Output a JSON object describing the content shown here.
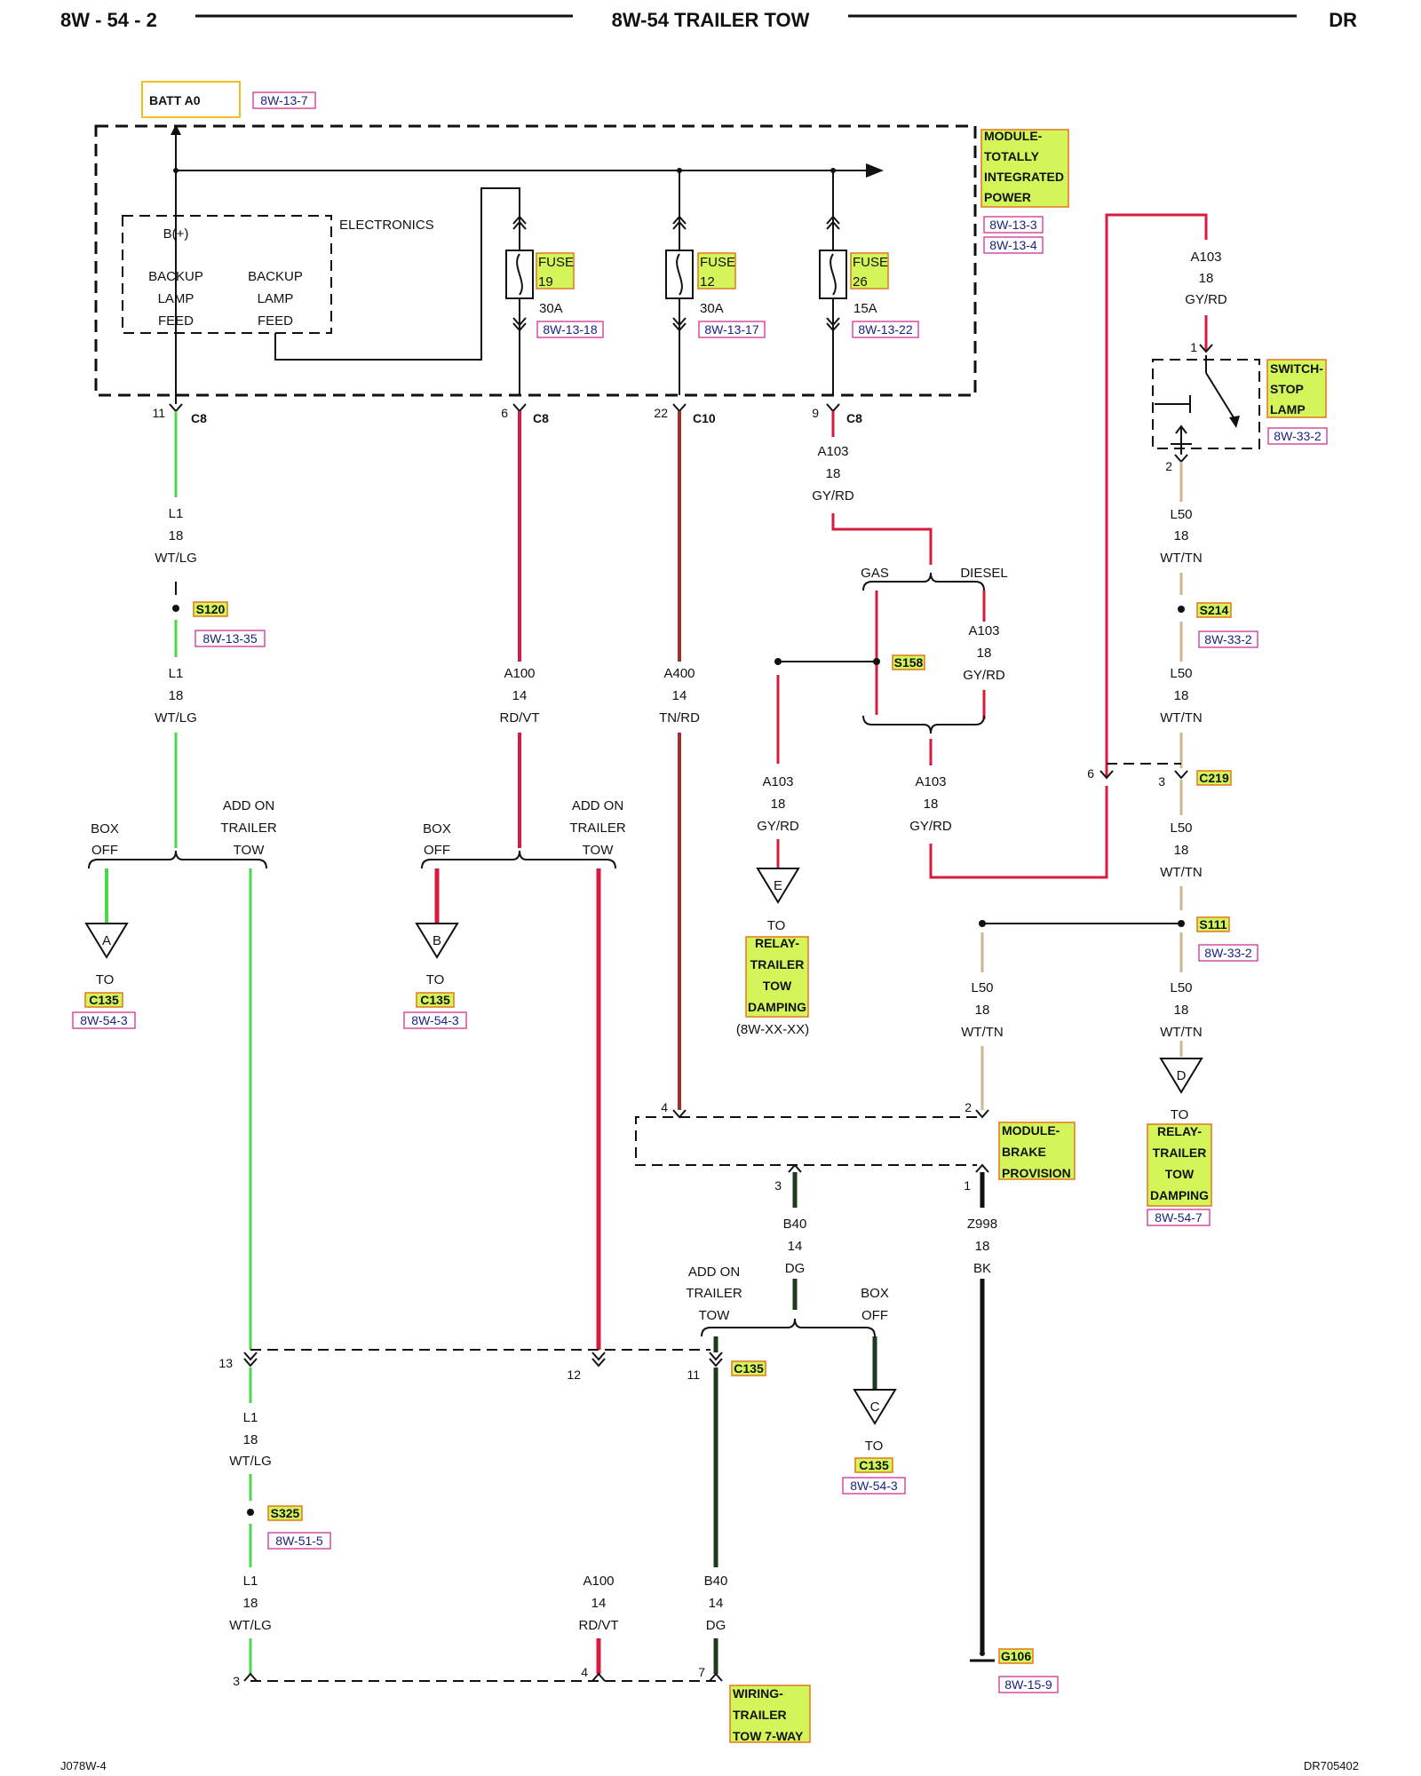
{
  "header": {
    "left": "8W - 54 - 2",
    "title": "8W-54 TRAILER TOW",
    "right": "DR"
  },
  "footer": {
    "left": "J078W-4",
    "right": "DR705402"
  },
  "colors": {
    "green": "#4cd64c",
    "red": "#d81b3c",
    "brown": "#a0302a",
    "tan": "#c8b78f",
    "dark": "#1e3a1e",
    "black": "#111111",
    "highlight": "#d4f55a",
    "highlight_border": "#e3761b",
    "ref_border": "#d0309a"
  },
  "power": {
    "label": "BATT A0",
    "ref": "8W-13-7"
  },
  "tipm": {
    "lines": [
      "MODULE-",
      "TOTALLY",
      "INTEGRATED",
      "POWER"
    ],
    "refs": [
      "8W-13-3",
      "8W-13-4"
    ]
  },
  "electronics": {
    "label": "ELECTRONICS",
    "bplus": "B(+)",
    "feed1": [
      "BACKUP",
      "LAMP",
      "FEED"
    ],
    "feed2": [
      "BACKUP",
      "LAMP",
      "FEED"
    ]
  },
  "fuses": [
    {
      "label": "FUSE",
      "number": "19",
      "amps": "30A",
      "ref": "8W-13-18"
    },
    {
      "label": "FUSE",
      "number": "12",
      "amps": "30A",
      "ref": "8W-13-17"
    },
    {
      "label": "FUSE",
      "number": "26",
      "amps": "15A",
      "ref": "8W-13-22"
    }
  ],
  "connectors": {
    "c8_11": {
      "pin": "11",
      "name": "C8"
    },
    "c8_6": {
      "pin": "6",
      "name": "C8"
    },
    "c10_22": {
      "pin": "22",
      "name": "C10"
    },
    "c8_9": {
      "pin": "9",
      "name": "C8"
    },
    "c219_6": {
      "pin": "6"
    },
    "c219_3": {
      "pin": "3",
      "name": "C219"
    },
    "c135_13": {
      "pin": "13"
    },
    "c135_12": {
      "pin": "12"
    },
    "c135_11": {
      "pin": "11",
      "name": "C135"
    },
    "wt_3": {
      "pin": "3"
    },
    "wt_4": {
      "pin": "4"
    },
    "wt_7": {
      "pin": "7"
    },
    "bp_4": {
      "pin": "4"
    },
    "bp_2": {
      "pin": "2"
    },
    "bp_3": {
      "pin": "3"
    },
    "bp_1": {
      "pin": "1"
    },
    "sw_1": {
      "pin": "1"
    },
    "sw_2": {
      "pin": "2"
    }
  },
  "wires": {
    "l1_a": {
      "circuit": "L1",
      "gauge": "18",
      "color": "WT/LG"
    },
    "l1_b": {
      "circuit": "L1",
      "gauge": "18",
      "color": "WT/LG"
    },
    "l1_c": {
      "circuit": "L1",
      "gauge": "18",
      "color": "WT/LG"
    },
    "l1_d": {
      "circuit": "L1",
      "gauge": "18",
      "color": "WT/LG"
    },
    "a100_a": {
      "circuit": "A100",
      "gauge": "14",
      "color": "RD/VT"
    },
    "a100_b": {
      "circuit": "A100",
      "gauge": "14",
      "color": "RD/VT"
    },
    "a400": {
      "circuit": "A400",
      "gauge": "14",
      "color": "TN/RD"
    },
    "a103_a": {
      "circuit": "A103",
      "gauge": "18",
      "color": "GY/RD"
    },
    "a103_b": {
      "circuit": "A103",
      "gauge": "18",
      "color": "GY/RD"
    },
    "a103_c": {
      "circuit": "A103",
      "gauge": "18",
      "color": "GY/RD"
    },
    "a103_d": {
      "circuit": "A103",
      "gauge": "18",
      "color": "GY/RD"
    },
    "a103_e": {
      "circuit": "A103",
      "gauge": "18",
      "color": "GY/RD"
    },
    "l50_a": {
      "circuit": "L50",
      "gauge": "18",
      "color": "WT/TN"
    },
    "l50_b": {
      "circuit": "L50",
      "gauge": "18",
      "color": "WT/TN"
    },
    "l50_c": {
      "circuit": "L50",
      "gauge": "18",
      "color": "WT/TN"
    },
    "l50_d": {
      "circuit": "L50",
      "gauge": "18",
      "color": "WT/TN"
    },
    "l50_e": {
      "circuit": "L50",
      "gauge": "18",
      "color": "WT/TN"
    },
    "b40_a": {
      "circuit": "B40",
      "gauge": "14",
      "color": "DG"
    },
    "b40_b": {
      "circuit": "B40",
      "gauge": "14",
      "color": "DG"
    },
    "z998": {
      "circuit": "Z998",
      "gauge": "18",
      "color": "BK"
    }
  },
  "splices": {
    "s120": {
      "name": "S120",
      "ref": "8W-13-35"
    },
    "s158": {
      "name": "S158"
    },
    "s214": {
      "name": "S214",
      "ref": "8W-33-2"
    },
    "s111": {
      "name": "S111",
      "ref": "8W-33-2"
    },
    "s325": {
      "name": "S325",
      "ref": "8W-51-5"
    }
  },
  "options": {
    "box_off": [
      "BOX",
      "OFF"
    ],
    "add_on": [
      "ADD ON",
      "TRAILER",
      "TOW"
    ],
    "gas": "GAS",
    "diesel": "DIESEL"
  },
  "offpage": {
    "a": {
      "letter": "A",
      "to": "TO",
      "conn": "C135",
      "ref": "8W-54-3"
    },
    "b": {
      "letter": "B",
      "to": "TO",
      "conn": "C135",
      "ref": "8W-54-3"
    },
    "c": {
      "letter": "C",
      "to": "TO",
      "conn": "C135",
      "ref": "8W-54-3"
    },
    "d": {
      "letter": "D",
      "to": "TO",
      "lines": [
        "RELAY-",
        "TRAILER",
        "TOW",
        "DAMPING"
      ],
      "ref": "8W-54-7"
    },
    "e": {
      "letter": "E",
      "to": "TO",
      "lines": [
        "RELAY-",
        "TRAILER",
        "TOW",
        "DAMPING"
      ],
      "ref": "(8W-XX-XX)"
    }
  },
  "switch": {
    "lines": [
      "SWITCH-",
      "STOP",
      "LAMP"
    ],
    "ref": "8W-33-2"
  },
  "brake_module": {
    "lines": [
      "MODULE-",
      "BRAKE",
      "PROVISION"
    ]
  },
  "wiring": {
    "lines": [
      "WIRING-",
      "TRAILER",
      "TOW 7-WAY"
    ]
  },
  "ground": {
    "name": "G106",
    "ref": "8W-15-9"
  }
}
